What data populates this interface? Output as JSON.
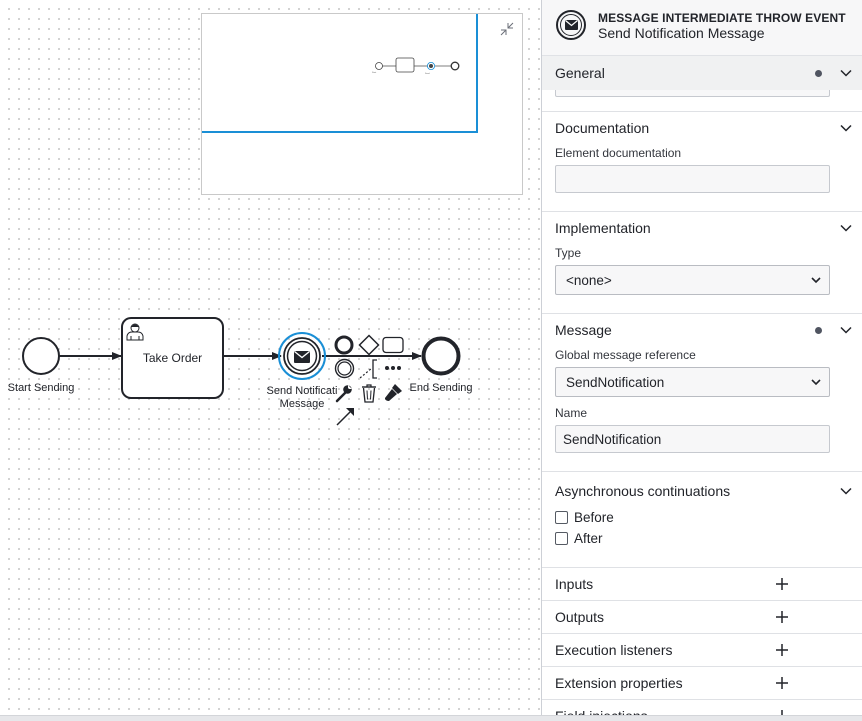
{
  "minimap": {
    "toggle_icon": "collapse-arrows-icon"
  },
  "diagram": {
    "start_event": {
      "label": "Start Sending"
    },
    "task": {
      "label": "Take Order",
      "icon": "user-icon"
    },
    "throw_event": {
      "label_line1": "Send Notificati",
      "label_line2": "Message",
      "icon": "envelope-icon"
    },
    "end_event": {
      "label": "End Sending"
    },
    "context_pad": [
      {
        "name": "append-end-event",
        "icon": "circle-bold-icon"
      },
      {
        "name": "append-gateway",
        "icon": "diamond-icon"
      },
      {
        "name": "append-task",
        "icon": "rounded-rect-icon"
      },
      {
        "name": "append-intermediate-event",
        "icon": "double-circle-icon"
      },
      {
        "name": "append-text-annotation",
        "icon": "annotation-icon"
      },
      {
        "name": "more-options",
        "icon": "ellipsis-icon"
      },
      {
        "name": "change-type",
        "icon": "wrench-icon"
      },
      {
        "name": "delete",
        "icon": "trash-icon"
      },
      {
        "name": "set-color",
        "icon": "paint-brush-icon"
      },
      {
        "name": "connect",
        "icon": "connect-arrow-icon"
      }
    ]
  },
  "panel": {
    "element_type": "MESSAGE INTERMEDIATE THROW EVENT",
    "element_name": "Send Notification Message",
    "groups": {
      "general": {
        "title": "General"
      },
      "documentation": {
        "title": "Documentation",
        "field_label": "Element documentation",
        "value": ""
      },
      "implementation": {
        "title": "Implementation",
        "type_label": "Type",
        "type_value": "<none>"
      },
      "message": {
        "title": "Message",
        "global_ref_label": "Global message reference",
        "global_ref_value": "SendNotification",
        "name_label": "Name",
        "name_value": "SendNotification"
      },
      "async": {
        "title": "Asynchronous continuations",
        "before_label": "Before",
        "after_label": "After"
      },
      "inputs": {
        "title": "Inputs"
      },
      "outputs": {
        "title": "Outputs"
      },
      "execution_listeners": {
        "title": "Execution listeners"
      },
      "extension_properties": {
        "title": "Extension properties"
      },
      "field_injections": {
        "title": "Field injections"
      }
    }
  },
  "colors": {
    "selection": "#1a8fd6",
    "panel_header_bg": "#f7f7f8",
    "stroke": "#22242a"
  }
}
